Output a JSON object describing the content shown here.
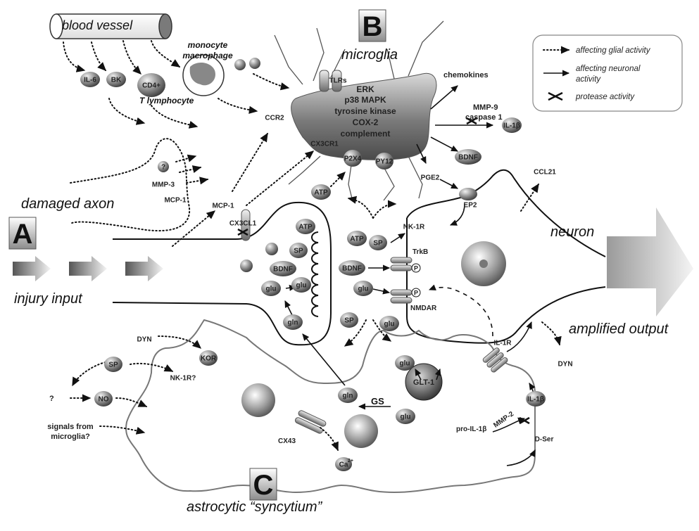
{
  "panels": {
    "a": "A",
    "b": "B",
    "c": "C"
  },
  "labels": {
    "blood_vessel": "blood vessel",
    "monocyte_macrophage_line1": "monocyte",
    "monocyte_macrophage_line2": "macrophage",
    "microglia": "microglia",
    "damaged_axon": "damaged axon",
    "injury_input": "injury input",
    "neuron": "neuron",
    "amplified_output": "amplified output",
    "astrocytic_syncytium": "astrocytic “syncytium”",
    "t_lymphocyte": "T lymphocyte",
    "signals_from_microglia_line1": "signals from",
    "signals_from_microglia_line2": "microglia?"
  },
  "microglia_pathways": [
    "ERK",
    "p38 MAPK",
    "tyrosine kinase",
    "COX-2",
    "complement"
  ],
  "molecules": {
    "il6": "IL-6",
    "bk": "BK",
    "cd4": "CD4+",
    "tlrs": "TLRs",
    "ccr2": "CCR2",
    "cx3cr1": "CX3CR1",
    "p2x4": "P2X4",
    "py12": "PY12",
    "chemokines": "chemokines",
    "mmp9": "MMP-9",
    "caspase1": "caspase 1",
    "il1b_top": "IL-1β",
    "bdnf_mg": "BDNF",
    "pge2": "PGE2",
    "ccl21": "CCL21",
    "ep2": "EP2",
    "q_axon": "?",
    "mmp3": "MMP-3",
    "mcp1_axon": "MCP-1",
    "mcp1": "MCP-1",
    "cx3cl1": "CX3CL1",
    "atp_top": "ATP",
    "atp_vesicle": "ATP",
    "sp_vesicle": "SP",
    "bdnf_vesicle": "BDNF",
    "glu_left": "glu",
    "glu_right": "glu",
    "gln_term": "gln",
    "atp_cleft": "ATP",
    "sp_cleft": "SP",
    "nk1r": "NK-1R",
    "bdnf_cleft": "BDNF",
    "trkb": "TrkB",
    "glu_cleft": "glu",
    "nmdar": "NMDAR",
    "p": "P",
    "sp_low": "SP",
    "glu_low": "glu",
    "il1r": "IL-1R",
    "dyn_right": "DYN",
    "dyn_left": "DYN",
    "kor": "KOR",
    "sp_astro": "SP",
    "nk1r_q": "NK-1R?",
    "q_astro": "?",
    "no": "NO",
    "glu_astro": "glu",
    "glt1": "GLT-1",
    "gln_astro": "gln",
    "gs": "GS",
    "glu_astro2": "glu",
    "cx43": "CX43",
    "ca": "Ca",
    "ca_sup": "2+",
    "il1b_astro": "IL-1β",
    "mmp2": "MMP-2",
    "pro_il1b": "pro-IL-1β",
    "dser": "D-Ser"
  },
  "legend": {
    "dotted": "affecting glial activity",
    "solid_line1": "affecting neuronal",
    "solid_line2": "activity",
    "protease": "protease activity"
  }
}
